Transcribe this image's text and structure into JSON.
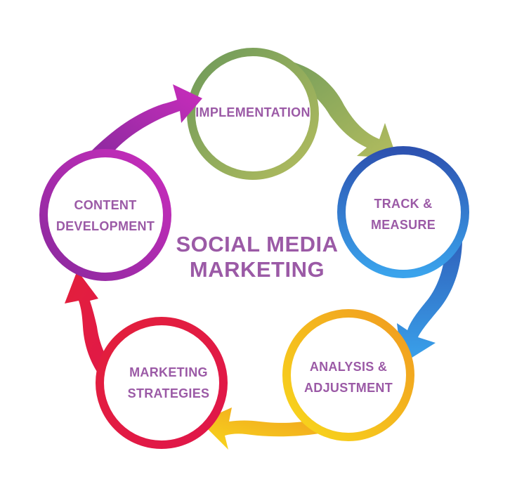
{
  "center": {
    "line1": "SOCIAL MEDIA",
    "line2": "MARKETING"
  },
  "stages": [
    {
      "name": "implementation",
      "line1": "IMPLEMENTATION",
      "line2": "",
      "color_start": "#7fa05a",
      "color_end": "#a8b860"
    },
    {
      "name": "track-measure",
      "line1": "TRACK &",
      "line2": "MEASURE",
      "color_start": "#2f57b3",
      "color_end": "#3a9ae8"
    },
    {
      "name": "analysis-adjustment",
      "line1": "ANALYSIS &",
      "line2": "ADJUSTMENT",
      "color_start": "#f0a020",
      "color_end": "#f5c81e"
    },
    {
      "name": "marketing-strategies",
      "line1": "MARKETING",
      "line2": "STRATEGIES",
      "color_start": "#d8143f",
      "color_end": "#e8284a"
    },
    {
      "name": "content-development",
      "line1": "CONTENT",
      "line2": "DEVELOPMENT",
      "color_start": "#8e2aa0",
      "color_end": "#c22fb8"
    }
  ]
}
